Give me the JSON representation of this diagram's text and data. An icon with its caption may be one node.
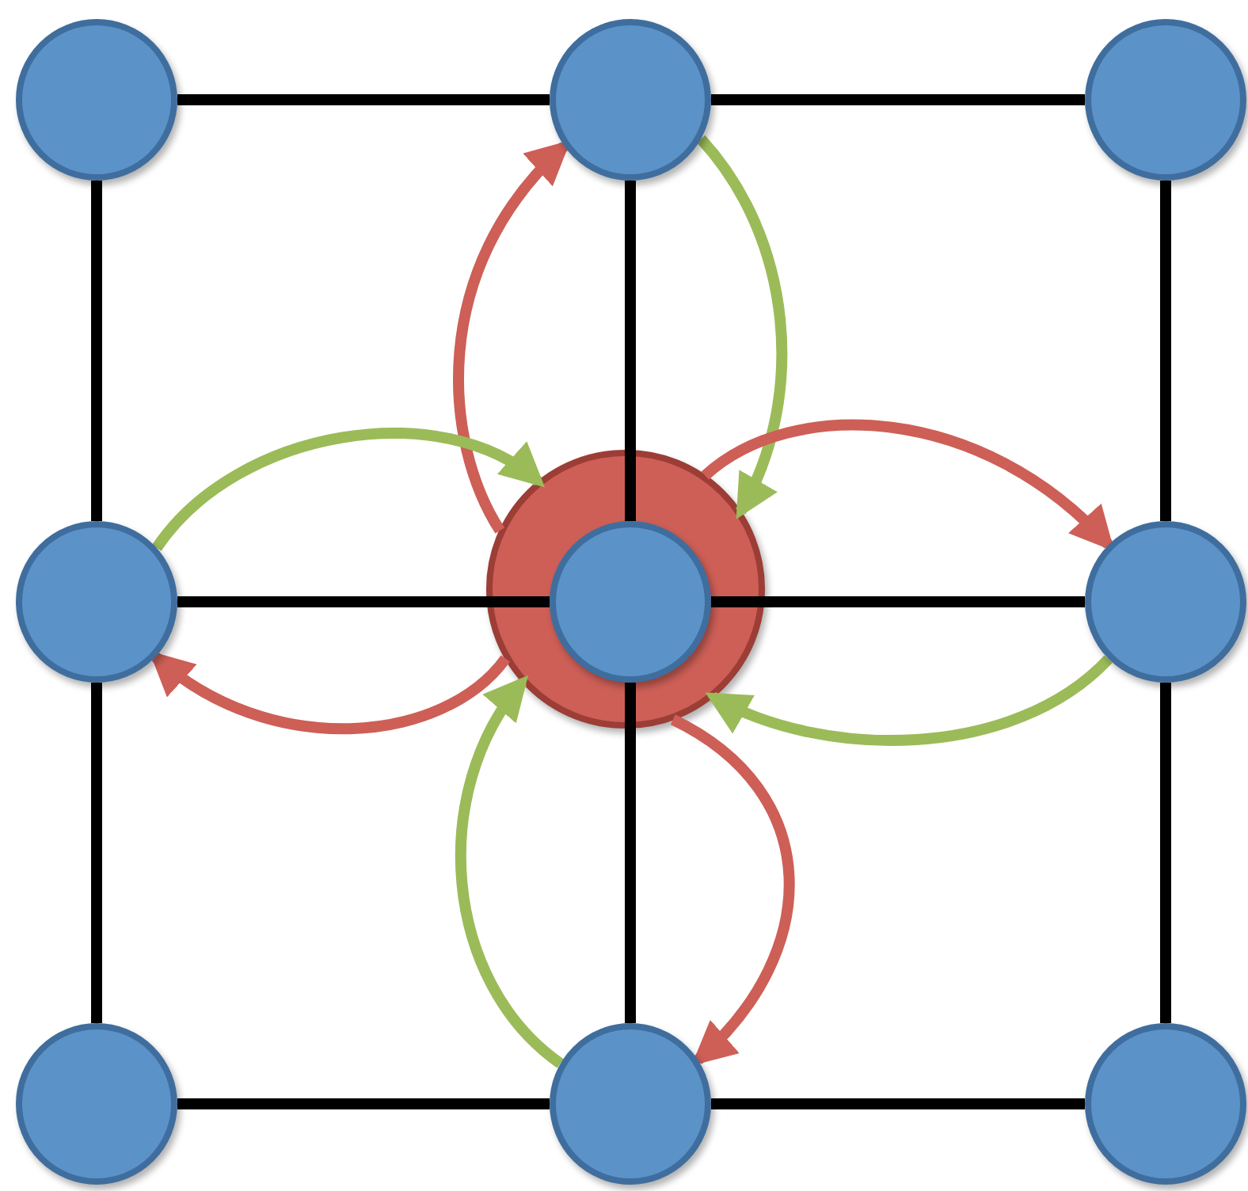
{
  "diagram": {
    "nodes": [
      {
        "text": [],
        "shape": "circle"
      },
      {
        "text": [],
        "shape": "circle"
      },
      {
        "text": [],
        "shape": "circle"
      },
      {
        "text": [],
        "shape": "circle"
      },
      {
        "text": [],
        "shape": "circle"
      },
      {
        "text": [],
        "shape": "circle",
        "in": 4
      },
      {
        "text": [],
        "shape": "circle"
      },
      {
        "text": [],
        "shape": "circle"
      },
      {
        "text": [],
        "shape": "circle"
      },
      {
        "text": [],
        "shape": "circle"
      }
    ],
    "edges": [
      {
        "from": 0,
        "to": 1,
        "arrow": "none"
      },
      {
        "from": 1,
        "to": 2,
        "arrow": "none"
      },
      {
        "from": 0,
        "to": 3,
        "arrow": "none"
      },
      {
        "from": 1,
        "to": 5,
        "arrow": "none"
      },
      {
        "from": 2,
        "to": 6,
        "arrow": "none"
      },
      {
        "from": 3,
        "to": 5,
        "arrow": "none"
      },
      {
        "from": 5,
        "to": 6,
        "arrow": "none"
      },
      {
        "from": 3,
        "to": 7,
        "arrow": "none"
      },
      {
        "from": 5,
        "to": 8,
        "arrow": "none"
      },
      {
        "from": 6,
        "to": 9,
        "arrow": "none"
      },
      {
        "from": 7,
        "to": 8,
        "arrow": "none"
      },
      {
        "from": 8,
        "to": 9,
        "arrow": "none"
      },
      {
        "from": 4,
        "to": 1,
        "arrow": "to",
        "color": "#cd5f57"
      },
      {
        "from": 1,
        "to": 4,
        "arrow": "to",
        "color": "#9bbb59"
      },
      {
        "from": 4,
        "to": 6,
        "arrow": "to",
        "color": "#cd5f57"
      },
      {
        "from": 6,
        "to": 4,
        "arrow": "to",
        "color": "#9bbb59"
      },
      {
        "from": 4,
        "to": 8,
        "arrow": "to",
        "color": "#cd5f57"
      },
      {
        "from": 8,
        "to": 4,
        "arrow": "to",
        "color": "#9bbb59"
      },
      {
        "from": 4,
        "to": 3,
        "arrow": "to",
        "color": "#cd5f57"
      },
      {
        "from": 3,
        "to": 4,
        "arrow": "to",
        "color": "#9bbb59"
      }
    ]
  }
}
